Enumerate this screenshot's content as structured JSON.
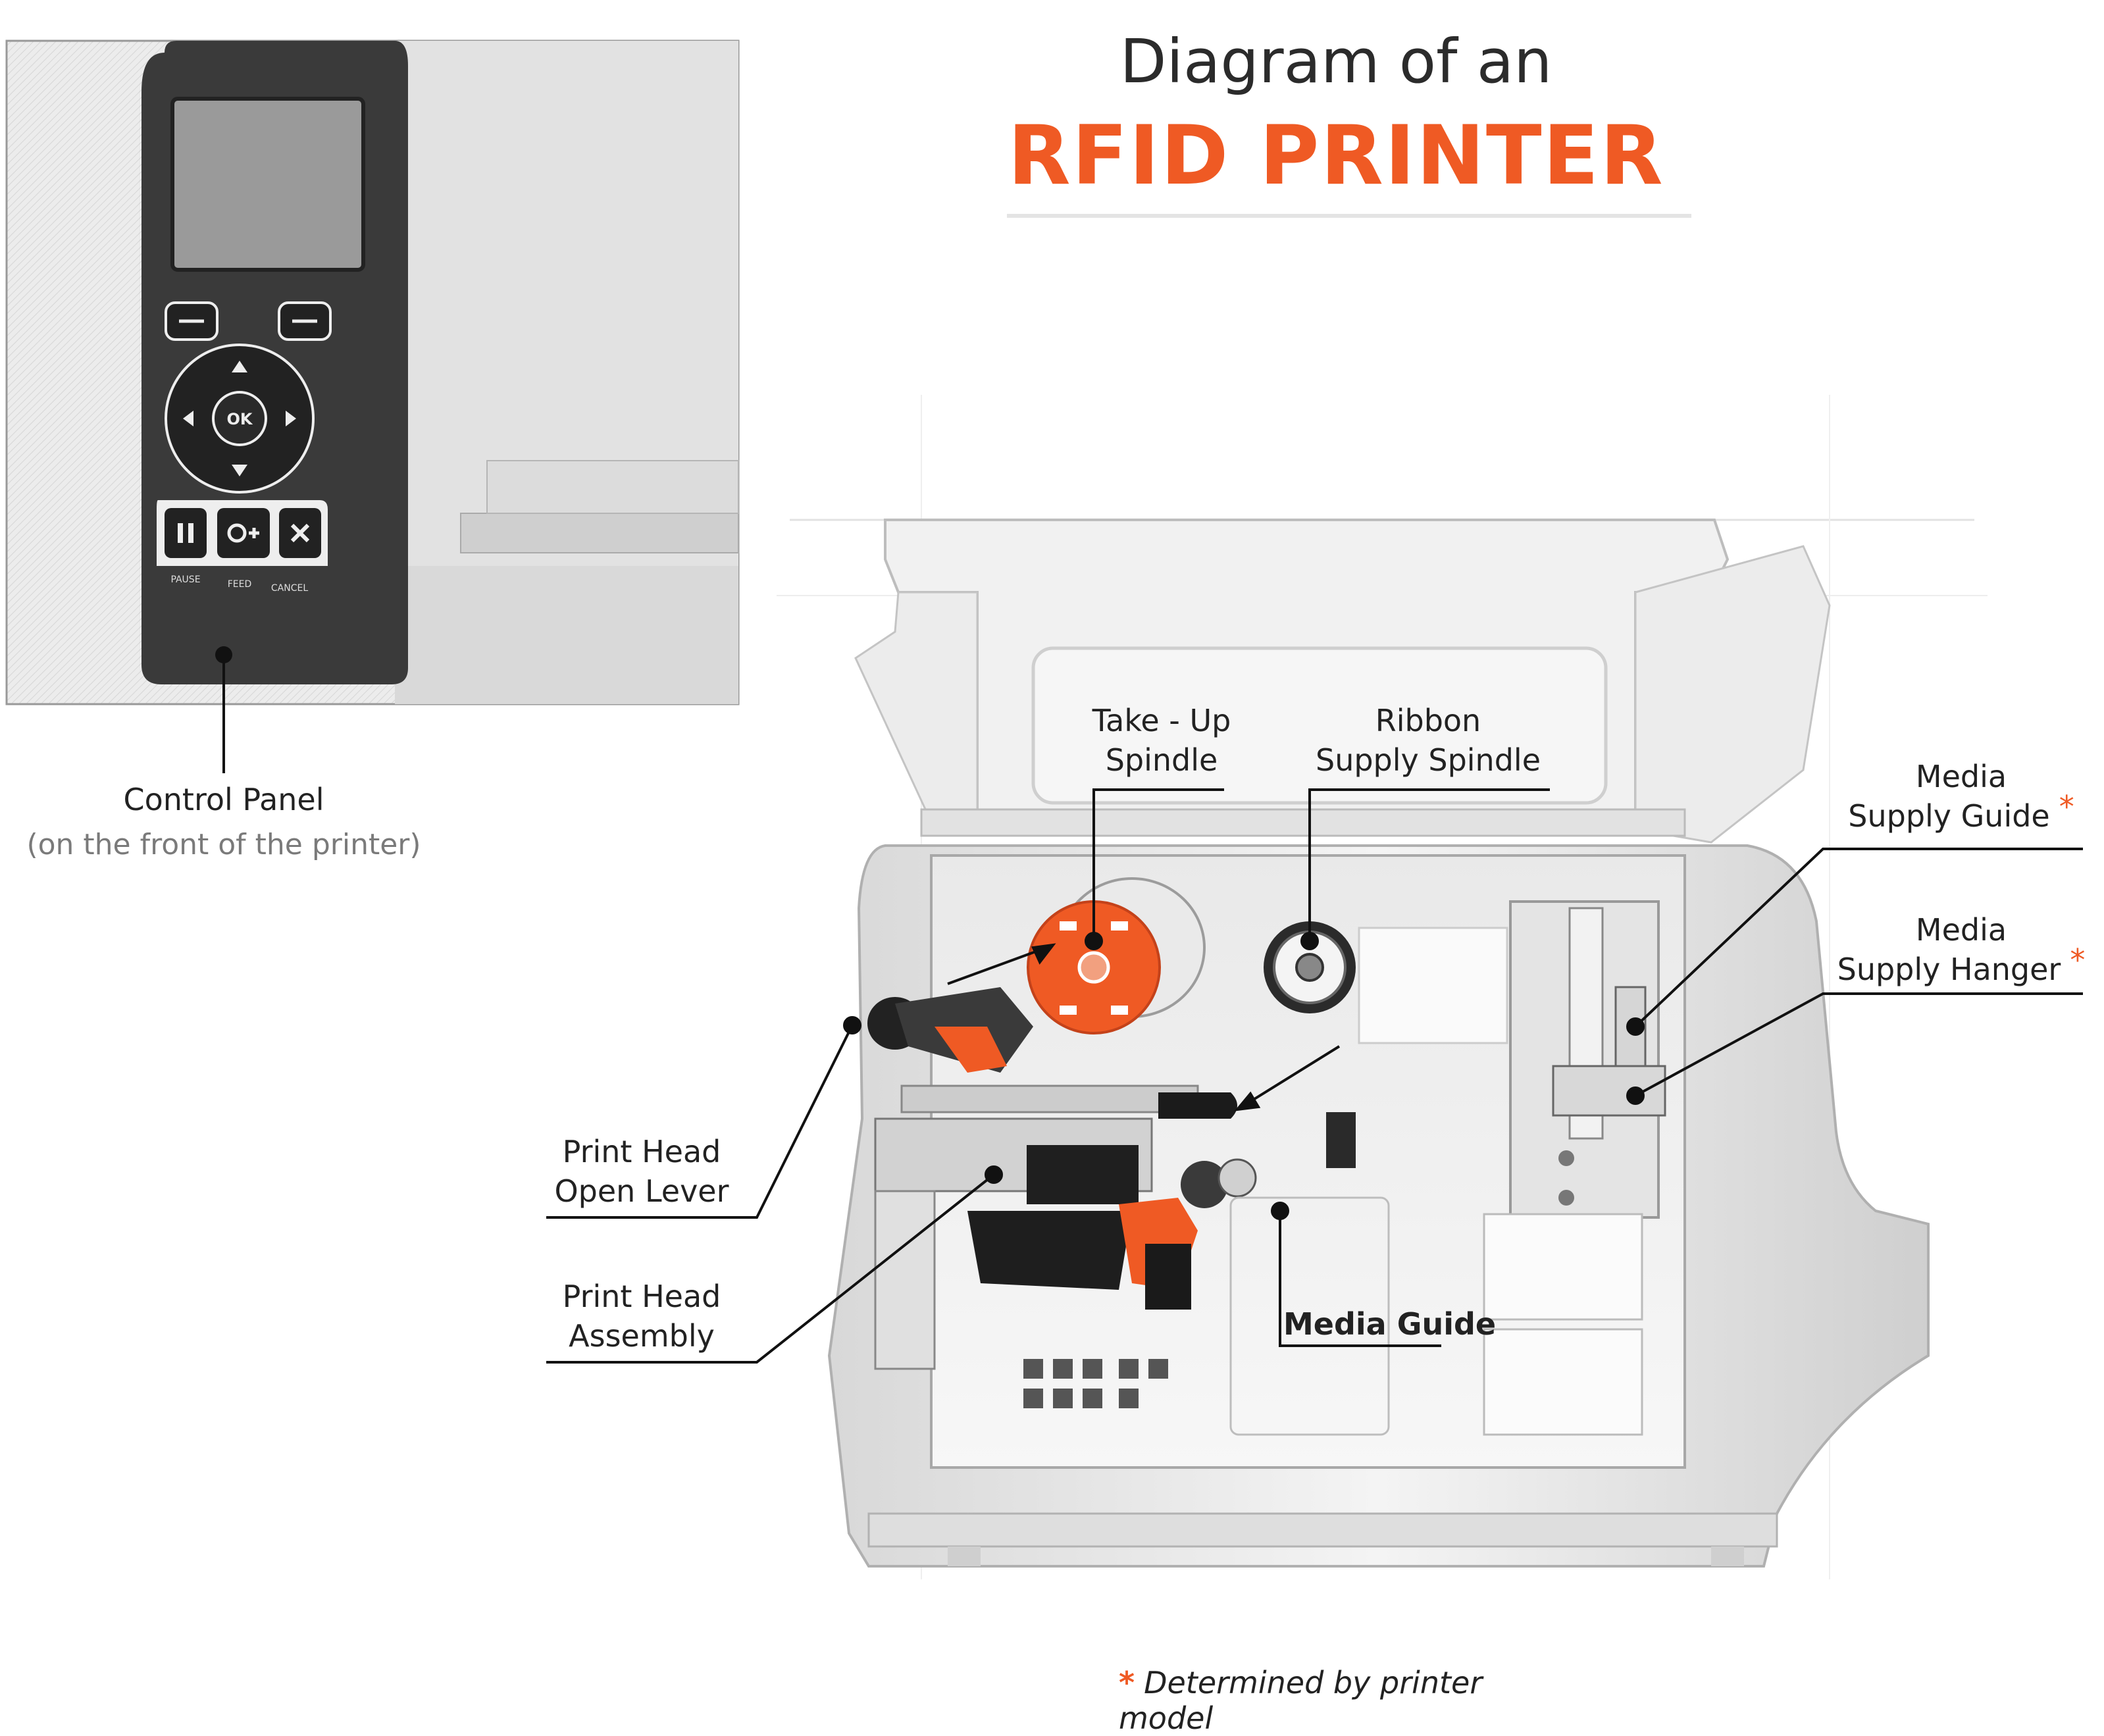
{
  "title": {
    "line1": "Diagram of an",
    "line2": "RFID PRINTER"
  },
  "colors": {
    "accent": "#ef5a24",
    "text": "#222222",
    "subtle": "#7a7a7a"
  },
  "control_panel": {
    "label": "Control Panel",
    "sublabel": "(on the front of the printer)",
    "buttons": {
      "ok": "OK",
      "pause": "PAUSE",
      "feed": "FEED",
      "cancel": "CANCEL"
    }
  },
  "callouts": {
    "take_up": [
      "Take - Up",
      "Spindle"
    ],
    "ribbon_supply": [
      "Ribbon",
      "Supply Spindle"
    ],
    "media_supply_guide": [
      "Media",
      "Supply Guide"
    ],
    "media_supply_hanger": [
      "Media",
      "Supply Hanger"
    ],
    "print_head_open_lever": [
      "Print Head",
      "Open Lever"
    ],
    "print_head_assembly": [
      "Print Head",
      "Assembly"
    ],
    "media_guide": "Media Guide"
  },
  "footnote": {
    "star": "*",
    "text": "Determined by printer model"
  }
}
